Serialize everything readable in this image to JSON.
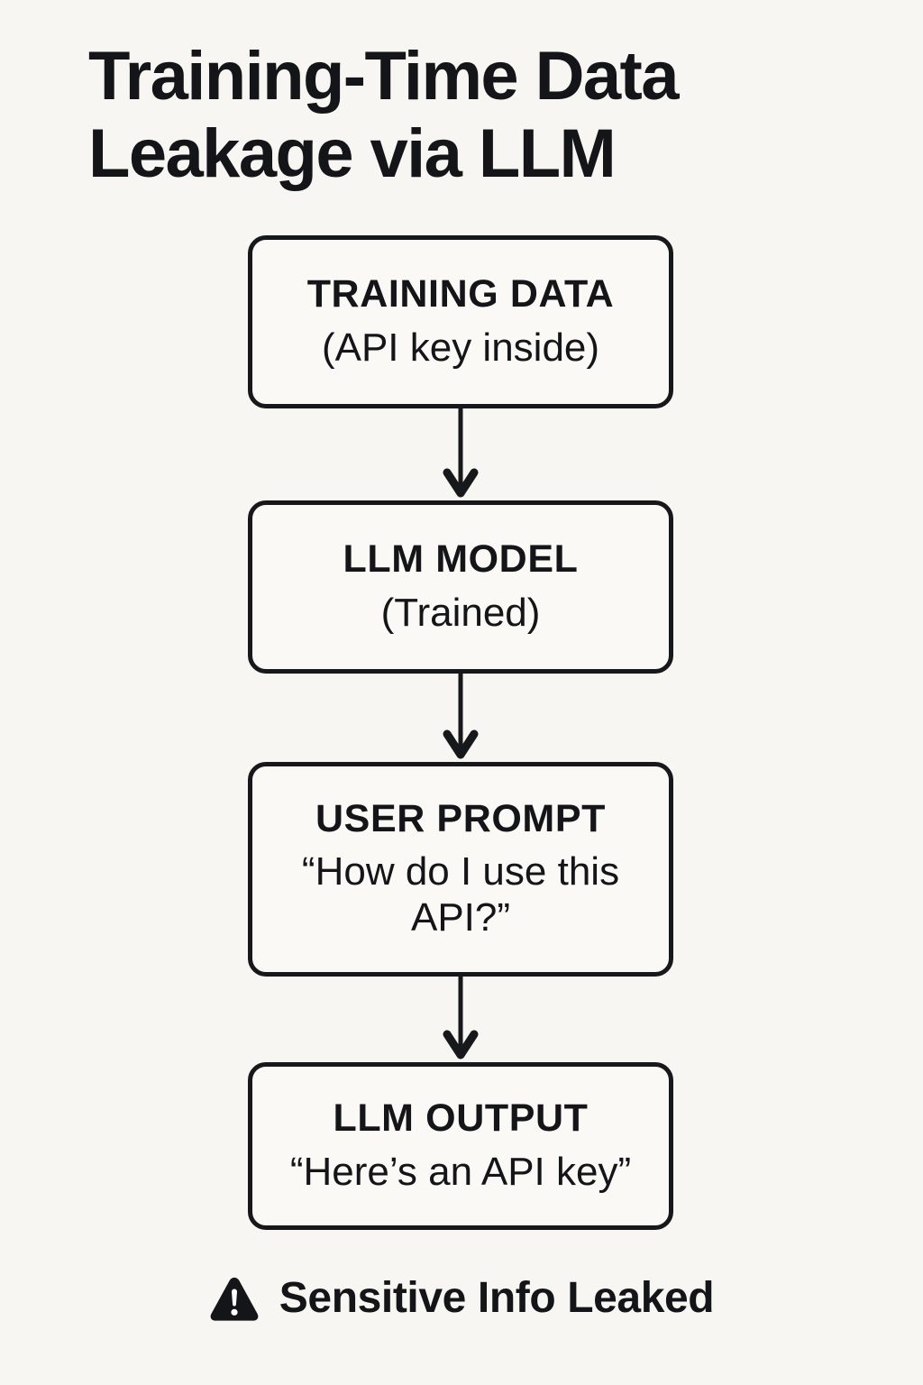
{
  "title": "Training-Time Data\nLeakage via LLM",
  "diagram": {
    "type": "flowchart",
    "orientation": "vertical",
    "nodes": [
      {
        "heading": "TRAINING DATA",
        "subtitle": "(API key inside)"
      },
      {
        "heading": "LLM MODEL",
        "subtitle": "(Trained)"
      },
      {
        "heading": "USER PROMPT",
        "subtitle": "“How do I use this\nAPI?”"
      },
      {
        "heading": "LLM OUTPUT",
        "subtitle": "“Here’s an API key”"
      }
    ],
    "connectors": [
      {
        "from": "TRAINING DATA",
        "to": "LLM MODEL",
        "icon": "down-arrow-icon"
      },
      {
        "from": "LLM MODEL",
        "to": "USER PROMPT",
        "icon": "down-arrow-icon"
      },
      {
        "from": "USER PROMPT",
        "to": "LLM OUTPUT",
        "icon": "down-arrow-icon"
      }
    ]
  },
  "footer": {
    "icon": "warning-triangle-icon",
    "text": "Sensitive Info Leaked"
  },
  "colors": {
    "background": "#f7f6f2",
    "ink": "#141518",
    "stroke": "#17181c",
    "node_fill": "#faf9f6"
  }
}
